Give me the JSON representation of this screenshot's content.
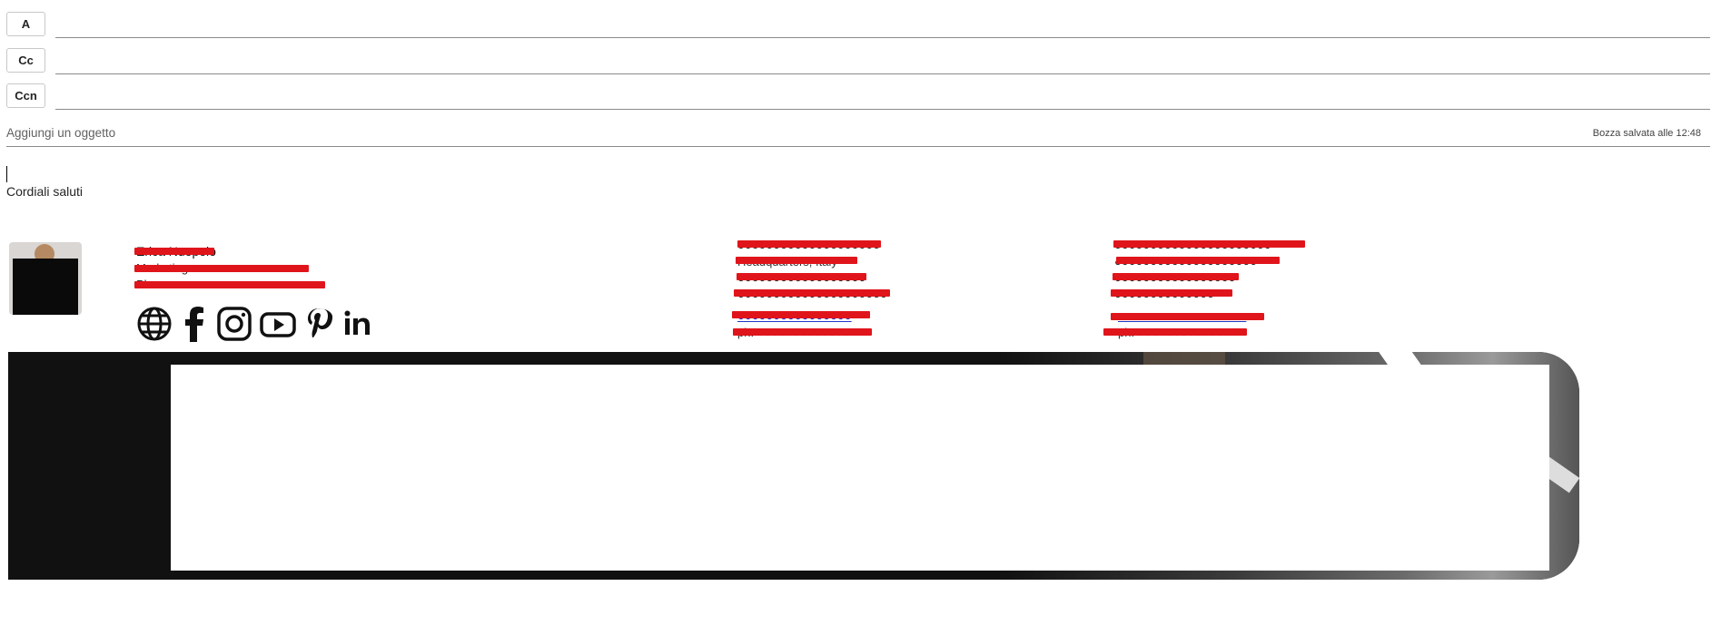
{
  "recipients": {
    "to_label": "A",
    "cc_label": "Cc",
    "bcc_label": "Ccn"
  },
  "subject": {
    "placeholder": "Aggiungi un oggetto",
    "draft_status": "Bozza salvata alle 12:48"
  },
  "body": {
    "greeting": "Cordiali saluti"
  },
  "signature": {
    "person": {
      "name": "Erica Nuopolo",
      "line2": "Marketing ●●●●●●●●●●●●",
      "line3": "Ph ●●●●●●●●●●●●●●●●●●"
    },
    "social_icons": [
      "globe-icon",
      "facebook-icon",
      "instagram-icon",
      "youtube-icon",
      "pinterest-icon",
      "linkedin-icon"
    ],
    "office1": {
      "line1": "●●●●●●●●●●●●●●●●●●●●",
      "line2": "Headquarters, Italy",
      "line3": "●●●●●●●●●●●●●●●●●●",
      "line4": "●●●●●●●●●●●●●●●●●●●●●",
      "line5": "●●●●●●●●●●●●●●●●",
      "line6": "ph. ●●●●●●●●●●●●●"
    },
    "office2": {
      "line1": "●●●●●●●●●●●●●●●●●●●●●●",
      "line2": "●●●●●●●●●●●●●●●●●●●●",
      "line3": "●●●●●●●●●●●●●●●●●",
      "line4": "●●●●●●●●●●●●●●",
      "line5": "●●●●●●●●●●●●●●●●●●",
      "line6": "ph. ●●●●●●●●●●●●●"
    }
  },
  "colors": {
    "redaction": "#e0151b",
    "link": "#2236c6",
    "divider": "#8a8a8a"
  }
}
